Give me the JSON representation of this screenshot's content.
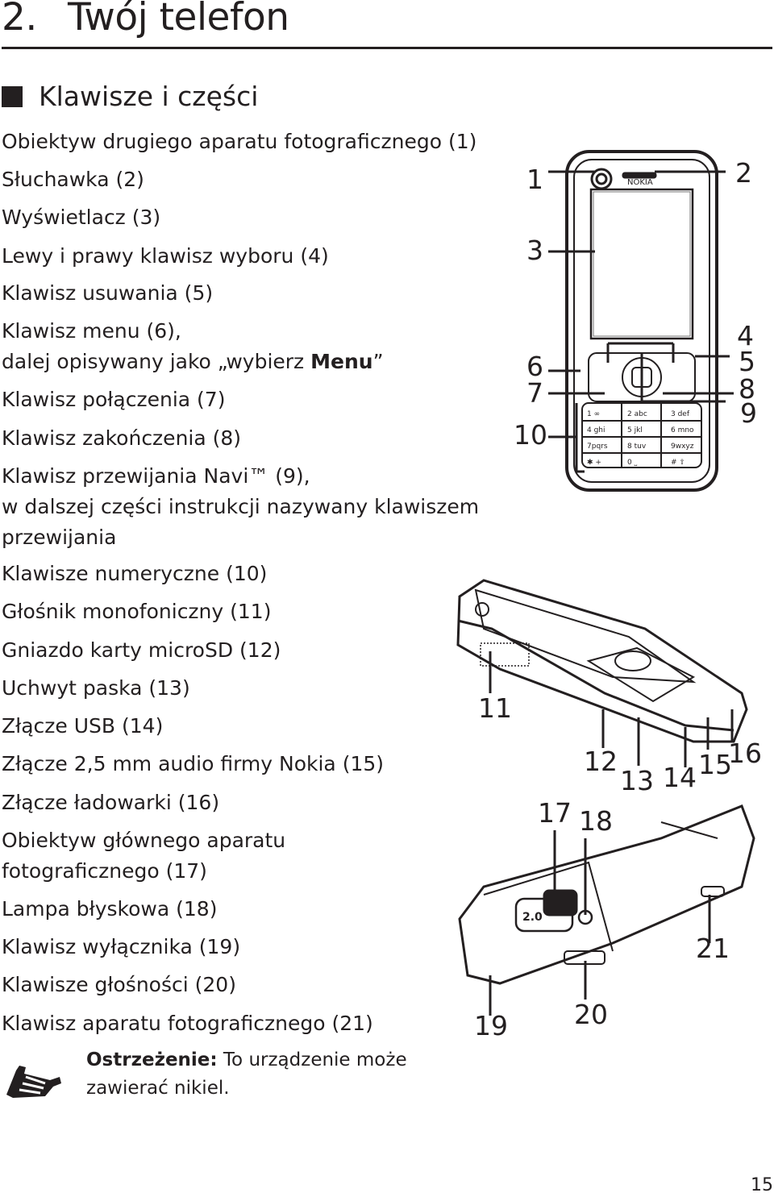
{
  "header": {
    "chapter_number": "2.",
    "chapter_title": "Twój telefon"
  },
  "section": {
    "title": "Klawisze i części"
  },
  "parts": [
    {
      "lines": [
        "Obiektyw drugiego aparatu fotograficznego (1)"
      ]
    },
    {
      "lines": [
        "Słuchawka (2)"
      ]
    },
    {
      "lines": [
        "Wyświetlacz (3)"
      ]
    },
    {
      "lines": [
        "Lewy i prawy klawisz wyboru (4)"
      ]
    },
    {
      "lines": [
        "Klawisz usuwania (5)"
      ]
    },
    {
      "lines": [
        "Klawisz menu (6),",
        "dalej opisywany jako „wybierz ",
        "Menu",
        "”"
      ]
    },
    {
      "lines": [
        "Klawisz połączenia (7)"
      ]
    },
    {
      "lines": [
        "Klawisz zakończenia (8)"
      ]
    },
    {
      "lines": [
        "Klawisz przewijania Navi™ (9),",
        "w dalszej części instrukcji nazywany klawiszem",
        "przewijania"
      ]
    },
    {
      "lines": [
        "Klawisze numeryczne (10)"
      ]
    },
    {
      "lines": [
        "Głośnik monofoniczny (11)"
      ]
    },
    {
      "lines": [
        "Gniazdo karty microSD (12)"
      ]
    },
    {
      "lines": [
        "Uchwyt paska (13)"
      ]
    },
    {
      "lines": [
        "Złącze USB (14)"
      ]
    },
    {
      "lines": [
        "Złącze 2,5 mm audio firmy Nokia (15)"
      ]
    },
    {
      "lines": [
        "Złącze ładowarki (16)"
      ]
    },
    {
      "lines": [
        "Obiektyw głównego aparatu",
        "fotograficznego (17)"
      ]
    },
    {
      "lines": [
        "Lampa błyskowa (18)"
      ]
    },
    {
      "lines": [
        "Klawisz wyłącznika (19)"
      ]
    },
    {
      "lines": [
        "Klawisze głośności (20)"
      ]
    },
    {
      "lines": [
        "Klawisz aparatu fotograficznego (21)"
      ]
    }
  ],
  "warning": {
    "label": "Ostrzeżenie:",
    "text": " To urządzenie może zawierać nikiel."
  },
  "figure": {
    "phone_brand": "NOKIA",
    "keypad": [
      "1 ∞",
      "2 abc",
      "3 def",
      "4 ghi",
      "5 jkl",
      "6 mno",
      "7pqrs",
      "8 tuv",
      "9wxyz",
      "✱ +",
      "0 ⎵",
      "# ⇧"
    ],
    "lens_label": "2.0",
    "callouts": [
      "1",
      "2",
      "3",
      "4",
      "5",
      "6",
      "7",
      "8",
      "9",
      "10",
      "11",
      "12",
      "13",
      "14",
      "15",
      "16",
      "17",
      "18",
      "19",
      "20",
      "21"
    ]
  },
  "page_number": "15"
}
